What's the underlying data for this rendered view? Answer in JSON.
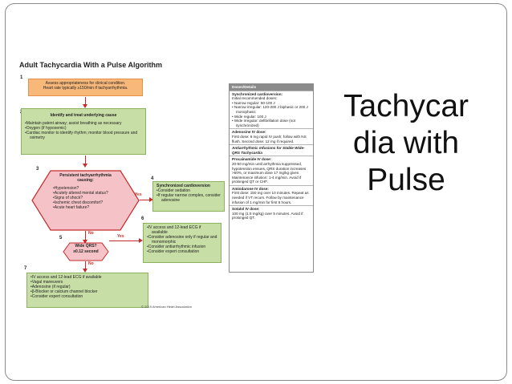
{
  "slide_title": {
    "line1": "Tachycar",
    "line2": "dia with",
    "line3": "Pulse"
  },
  "algorithm": {
    "title": "Adult Tachycardia With a Pulse Algorithm",
    "step1": {
      "num": "1",
      "line1": "Assess appropriateness for clinical condition.",
      "line2": "Heart rate typically ≥150/min if tachyarrhythmia."
    },
    "step2": {
      "num": "2",
      "header": "Identify and treat underlying cause",
      "items": [
        "Maintain patent airway; assist breathing as necessary",
        "Oxygen (if hypoxemic)",
        "Cardiac monitor to identify rhythm; monitor blood pressure and oximetry"
      ]
    },
    "step3": {
      "num": "3",
      "header": "Persistent tachyarrhythmia causing:",
      "items": [
        "Hypotension?",
        "Acutely altered mental status?",
        "Signs of shock?",
        "Ischemic chest discomfort?",
        "Acute heart failure?"
      ]
    },
    "step4": {
      "num": "4",
      "header": "Synchronized cardioversion",
      "items": [
        "Consider sedation",
        "If regular narrow complex, consider adenosine"
      ]
    },
    "step5": {
      "num": "5",
      "line1": "Wide QRS?",
      "line2": "≥0.12 second"
    },
    "step6": {
      "num": "6",
      "items": [
        "IV access and 12-lead ECG if available",
        "Consider adenosine only if regular and monomorphic",
        "Consider antiarrhythmic infusion",
        "Consider expert consultation"
      ]
    },
    "step7": {
      "num": "7",
      "items": [
        "IV access and 12-lead ECG if available",
        "Vagal maneuvers",
        "Adenosine (if regular)",
        "β-Blocker or calcium channel blocker",
        "Consider expert consultation"
      ]
    },
    "labels": {
      "yes_a": "Yes",
      "yes_b": "Yes",
      "no_a": "No",
      "no_b": "No"
    },
    "copyright": "© 2015 American Heart Association"
  },
  "doses": {
    "header": "Doses/Details",
    "sync_title": "Synchronized cardioversion:",
    "sync_intro": "Initial recommended doses:",
    "sync_items": [
      "Narrow regular: 50-100 J",
      "Narrow irregular: 120-200 J biphasic or 200 J monophasic",
      "Wide regular: 100 J",
      "Wide irregular: defibrillation dose (not synchronized)"
    ],
    "adenosine_title": "Adenosine IV dose:",
    "adenosine_text": "First dose: 6 mg rapid IV push; follow with NS flush. Second dose: 12 mg if required.",
    "antiarrhythmic_title": "Antiarrhythmic Infusions for Stable Wide-QRS Tachycardia",
    "procainamide_title": "Procainamide IV dose:",
    "procainamide_text": "20-50 mg/min until arrhythmia suppressed, hypotension ensues, QRS duration increases >50%, or maximum dose 17 mg/kg given. Maintenance infusion: 1-4 mg/min. Avoid if prolonged QT or CHF.",
    "amiodarone_title": "Amiodarone IV dose:",
    "amiodarone_text": "First dose: 150 mg over 10 minutes. Repeat as needed if VT recurs. Follow by maintenance infusion of 1 mg/min for first 6 hours.",
    "sotalol_title": "Sotalol IV dose:",
    "sotalol_text": "100 mg (1.5 mg/kg) over 5 minutes. Avoid if prolonged QT."
  }
}
